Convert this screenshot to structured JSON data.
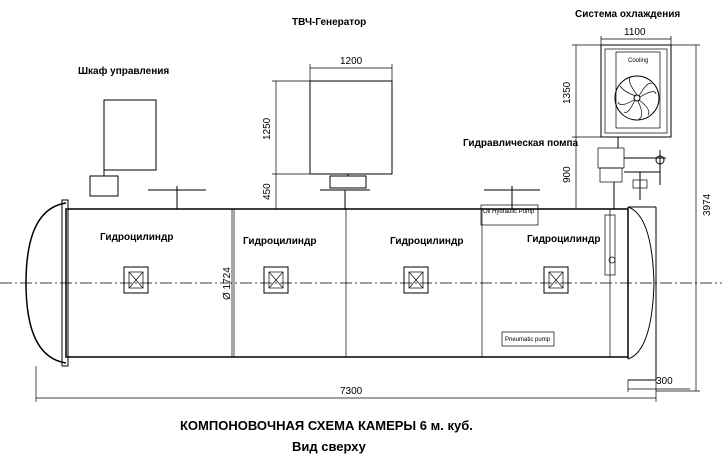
{
  "labels": {
    "control_cabinet": "Шкаф управления",
    "hf_generator": "ТВЧ-Генератор",
    "cooling_system": "Система охлаждения",
    "hydraulic_pump": "Гидравлическая помпа",
    "cylinder_1": "Гидроцилиндр",
    "cylinder_2": "Гидроцилиндр",
    "cylinder_3": "Гидроцилиндр",
    "cylinder_4": "Гидроцилиндр",
    "oil_pump_tag": "Oil Hydraulic Pump",
    "pneumatic_pump_tag": "Pneumatic pump",
    "cooling_tag": "Cooling"
  },
  "dimensions": {
    "gen_width": "1200",
    "gen_height": "1250",
    "gen_offset": "450",
    "cooling_width": "1100",
    "cooling_height": "1350",
    "pump_offset": "900",
    "overall_height": "3974",
    "diameter": "Ø 1724",
    "length": "7300",
    "end_offset": "300"
  },
  "caption": {
    "line1": "КОМПОНОВОЧНАЯ СХЕМА КАМЕРЫ 6 м. куб.",
    "line2": "Вид сверху"
  }
}
